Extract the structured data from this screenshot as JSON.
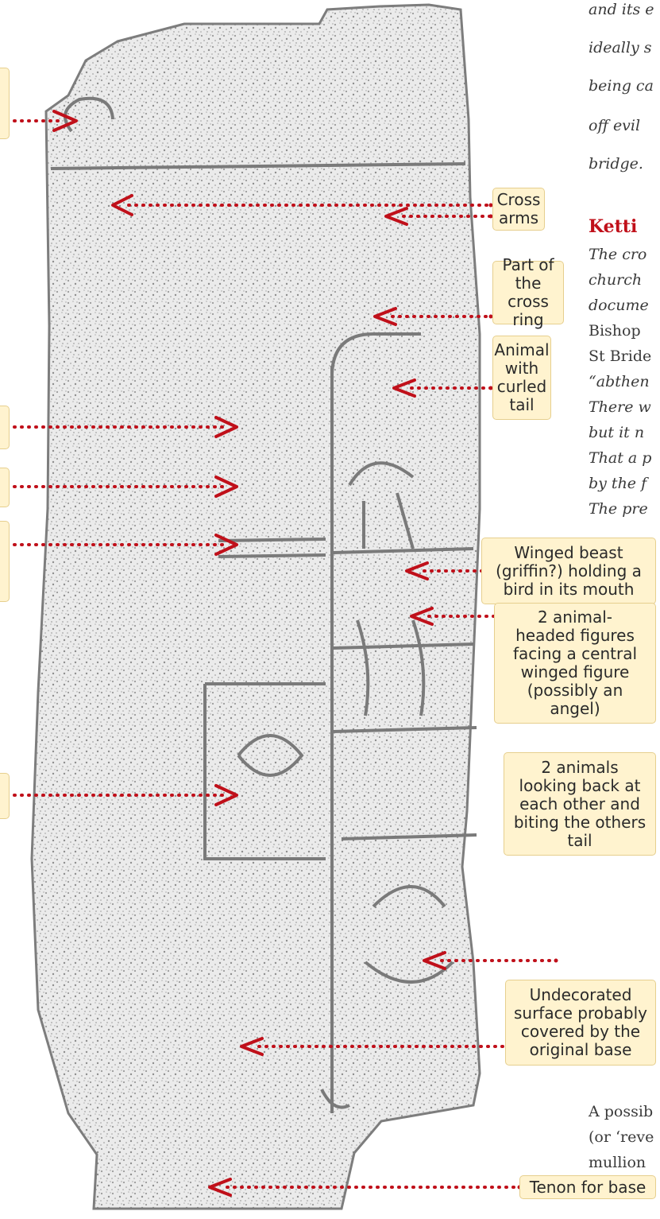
{
  "colors": {
    "arrow": "#c0101a",
    "label_fill": "#fff3cf",
    "label_border": "#e6cf8e",
    "stone": "#b8b8b8"
  },
  "side_text": {
    "lines_top": [
      "and its e",
      "ideally s",
      "being ca",
      "off evil",
      "bridge."
    ],
    "heading": "Ketti",
    "lines_mid": [
      "The cro",
      "church",
      "docume",
      "Bishop",
      "St Bride",
      "“abthen",
      "There w",
      "but it n",
      "That a p",
      "by the f",
      "The pre"
    ],
    "lines_bottom": [
      "A possib",
      "(or ‘reve",
      "mullion"
    ]
  },
  "labels": {
    "cross_arms": [
      "Cross",
      "arms"
    ],
    "cross_ring": [
      "Part of",
      "the cross",
      "ring"
    ],
    "animal_tail": [
      "Animal",
      "with",
      "curled",
      "tail"
    ],
    "winged_beast": [
      "Winged beast",
      "(griffin?) holding a",
      "bird in its mouth"
    ],
    "animal_headed": [
      "2 animal-",
      "headed figures",
      "facing a central",
      "winged figure",
      "(possibly an",
      "angel)"
    ],
    "two_animals": [
      "2 animals",
      "looking back at",
      "each other and",
      "biting the others",
      "tail"
    ],
    "undecorated": [
      "Undecorated",
      "surface probably",
      "covered by the",
      "original base"
    ],
    "tenon": [
      "Tenon for base"
    ]
  }
}
